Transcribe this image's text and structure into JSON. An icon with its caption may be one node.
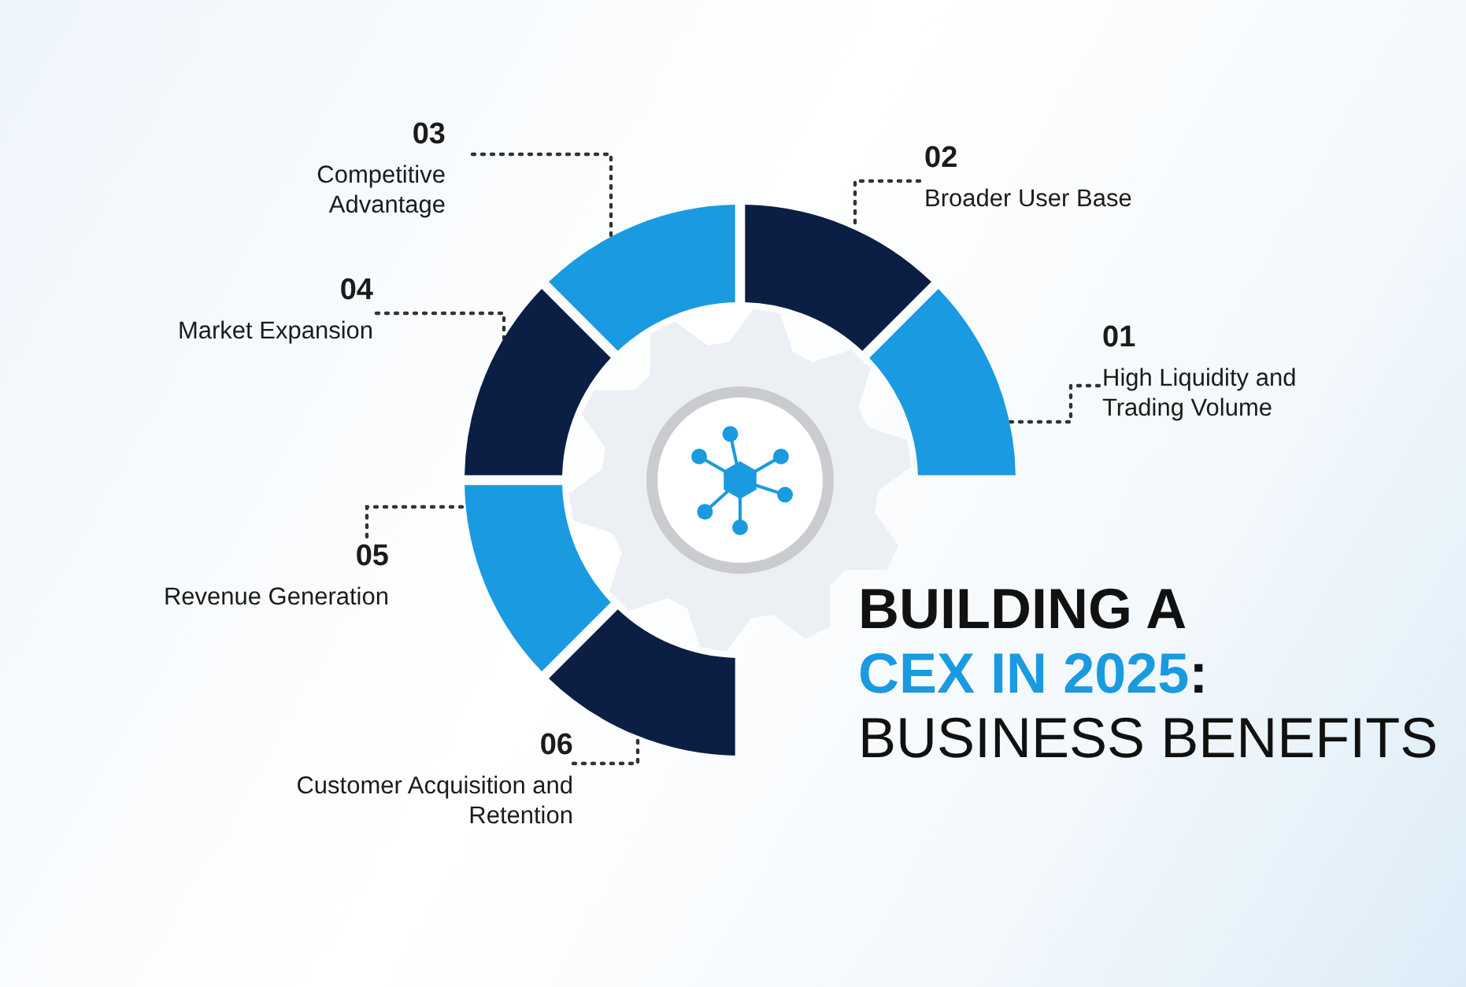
{
  "diagram": {
    "title": "BUILDING A CEX IN 2025: BUSINESS BENEFITS",
    "nodes": [
      {
        "text": [
          "03",
          "Competitive Advantage"
        ]
      },
      {
        "text": [
          "02",
          "Broader User Base"
        ]
      },
      {
        "text": [
          "04",
          "Market Expansion"
        ]
      },
      {
        "text": [
          "01",
          "High Liquidity and Trading Volume"
        ]
      },
      {
        "text": [
          "05",
          "Revenue Generation"
        ]
      },
      {
        "text": [
          "06",
          "Customer Acquisition and Retention"
        ]
      },
      {
        "text": [],
        "shape": "arc"
      },
      {
        "text": [],
        "shape": "arc"
      },
      {
        "text": [],
        "shape": "arc"
      },
      {
        "text": [],
        "shape": "arc"
      },
      {
        "text": [],
        "shape": "arc"
      },
      {
        "text": [],
        "shape": "arc"
      }
    ],
    "edges": [
      {
        "from": 0,
        "to": 6,
        "arrow": "none"
      },
      {
        "from": 1,
        "to": 7,
        "arrow": "none"
      },
      {
        "from": 2,
        "to": 8,
        "arrow": "none"
      },
      {
        "from": 3,
        "to": 9,
        "arrow": "none"
      },
      {
        "from": 4,
        "to": 10,
        "arrow": "none"
      },
      {
        "from": 5,
        "to": 11,
        "arrow": "none"
      }
    ]
  }
}
